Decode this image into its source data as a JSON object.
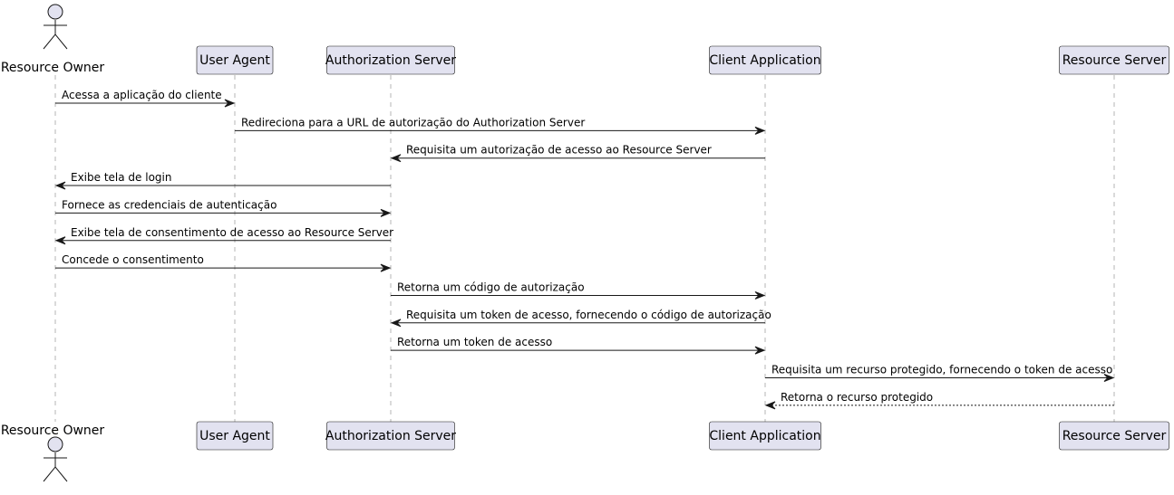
{
  "participants": [
    {
      "id": "ro",
      "label": "Resource Owner",
      "kind": "actor"
    },
    {
      "id": "ua",
      "label": "User Agent",
      "kind": "participant"
    },
    {
      "id": "as",
      "label": "Authorization Server",
      "kind": "participant"
    },
    {
      "id": "ca",
      "label": "Client Application",
      "kind": "participant"
    },
    {
      "id": "rs",
      "label": "Resource Server",
      "kind": "participant"
    }
  ],
  "messages": [
    {
      "from": "ro",
      "to": "ua",
      "label": "Acessa a aplicação do cliente",
      "style": "solid"
    },
    {
      "from": "ua",
      "to": "ca",
      "label": "Redireciona para a URL de autorização do Authorization Server",
      "style": "solid"
    },
    {
      "from": "ca",
      "to": "as",
      "label": "Requisita um autorização de acesso ao Resource Server",
      "style": "solid"
    },
    {
      "from": "as",
      "to": "ro",
      "label": "Exibe tela de login",
      "style": "solid"
    },
    {
      "from": "ro",
      "to": "as",
      "label": "Fornece as credenciais de autenticação",
      "style": "solid"
    },
    {
      "from": "as",
      "to": "ro",
      "label": "Exibe tela de consentimento de acesso ao Resource Server",
      "style": "solid"
    },
    {
      "from": "ro",
      "to": "as",
      "label": "Concede o consentimento",
      "style": "solid"
    },
    {
      "from": "as",
      "to": "ca",
      "label": "Retorna um código de autorização",
      "style": "solid"
    },
    {
      "from": "ca",
      "to": "as",
      "label": "Requisita um token de acesso, fornecendo o código de autorização",
      "style": "solid"
    },
    {
      "from": "as",
      "to": "ca",
      "label": "Retorna um token de acesso",
      "style": "solid"
    },
    {
      "from": "ca",
      "to": "rs",
      "label": "Requisita um recurso protegido, fornecendo o token de acesso",
      "style": "solid"
    },
    {
      "from": "rs",
      "to": "ca",
      "label": "Retorna o recurso protegido",
      "style": "dashed"
    }
  ]
}
